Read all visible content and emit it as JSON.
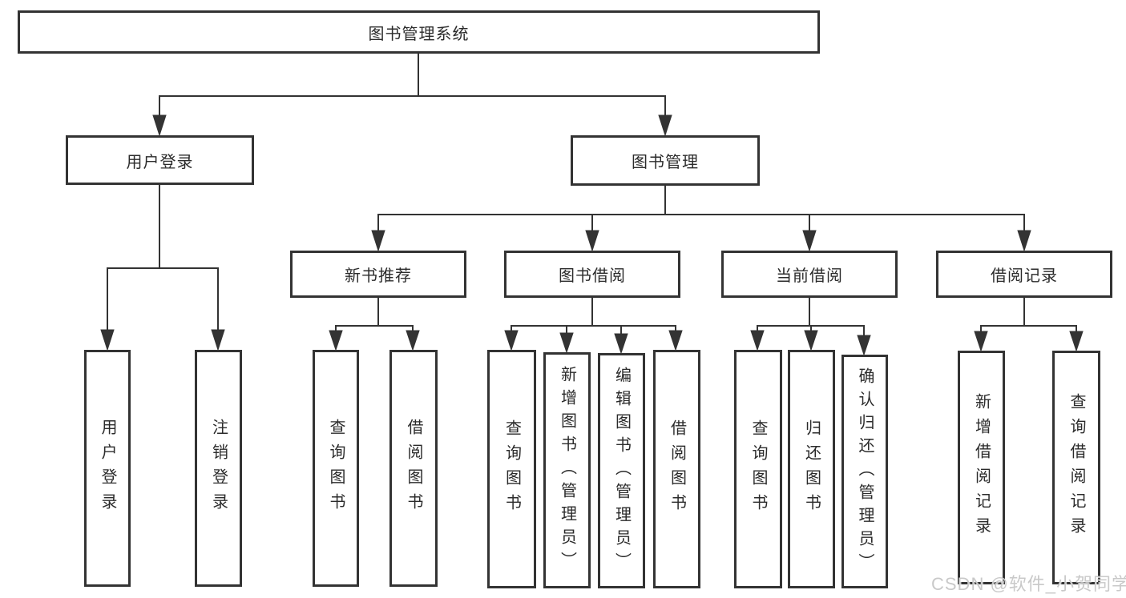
{
  "diagram": {
    "title": "图书管理系统",
    "user_login": {
      "label": "用户登录",
      "children": [
        "用户登录",
        "注销登录"
      ]
    },
    "book_management": {
      "label": "图书管理",
      "sections": [
        {
          "label": "新书推荐",
          "children": [
            "查询图书",
            "借阅图书"
          ]
        },
        {
          "label": "图书借阅",
          "children": [
            "查询图书",
            "新增图书（管理员）",
            "编辑图书（管理员）",
            "借阅图书"
          ]
        },
        {
          "label": "当前借阅",
          "children": [
            "查询图书",
            "归还图书",
            "确认归还（管理员）"
          ]
        },
        {
          "label": "借阅记录",
          "children": [
            "新增借阅记录",
            "查询借阅记录"
          ]
        }
      ]
    },
    "watermark": "CSDN @软件_小贺同学",
    "colors": {
      "line": "#333333",
      "box_fill": "#ffffff",
      "background": "#ffffff",
      "watermark": "#c9c9c9"
    }
  }
}
